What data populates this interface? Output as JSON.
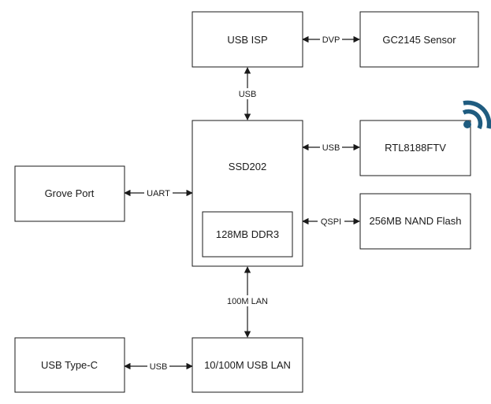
{
  "blocks": {
    "usb_isp": "USB ISP",
    "gc2145": "GC2145 Sensor",
    "ssd202": "SSD202",
    "ddr3": "128MB DDR3",
    "rtl8188": "RTL8188FTV",
    "nand": "256MB NAND Flash",
    "grove": "Grove Port",
    "usb_lan": "10/100M USB LAN",
    "usb_typec": "USB Type-C"
  },
  "links": {
    "dvp": "DVP",
    "usb_isp_ssd": "USB",
    "usb_rtl": "USB",
    "qspi": "QSPI",
    "uart": "UART",
    "lan": "100M LAN",
    "usb_typec": "USB"
  },
  "colors": {
    "wifi_icon": "#1f5c80",
    "stroke": "#1a1a1a"
  },
  "icons": {
    "wifi": "wifi-icon"
  }
}
